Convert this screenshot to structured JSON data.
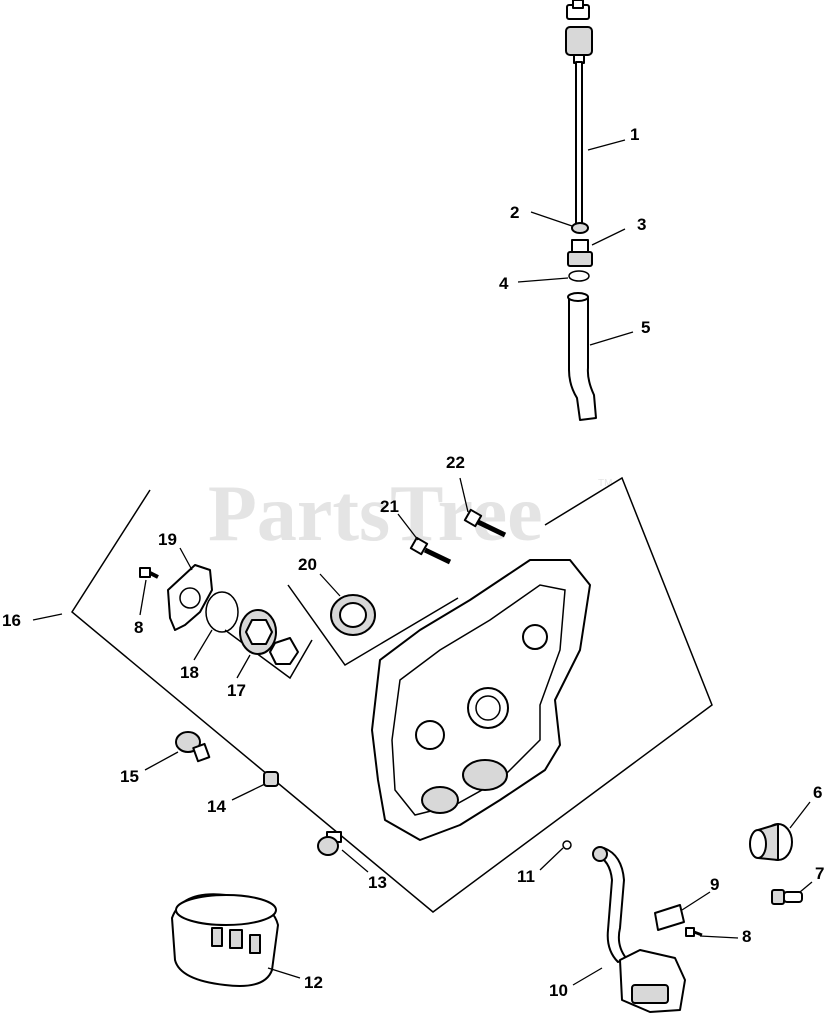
{
  "watermark": {
    "text": "PartsTree",
    "trademark": "TM"
  },
  "callouts": [
    {
      "id": "1",
      "label": "1"
    },
    {
      "id": "2",
      "label": "2"
    },
    {
      "id": "3",
      "label": "3"
    },
    {
      "id": "4",
      "label": "4"
    },
    {
      "id": "5",
      "label": "5"
    },
    {
      "id": "6",
      "label": "6"
    },
    {
      "id": "7",
      "label": "7"
    },
    {
      "id": "8a",
      "label": "8"
    },
    {
      "id": "8b",
      "label": "8"
    },
    {
      "id": "9",
      "label": "9"
    },
    {
      "id": "10",
      "label": "10"
    },
    {
      "id": "11",
      "label": "11"
    },
    {
      "id": "12",
      "label": "12"
    },
    {
      "id": "13",
      "label": "13"
    },
    {
      "id": "14",
      "label": "14"
    },
    {
      "id": "15",
      "label": "15"
    },
    {
      "id": "16",
      "label": "16"
    },
    {
      "id": "17",
      "label": "17"
    },
    {
      "id": "18",
      "label": "18"
    },
    {
      "id": "19",
      "label": "19"
    },
    {
      "id": "20",
      "label": "20"
    },
    {
      "id": "21",
      "label": "21"
    },
    {
      "id": "22",
      "label": "22"
    }
  ]
}
